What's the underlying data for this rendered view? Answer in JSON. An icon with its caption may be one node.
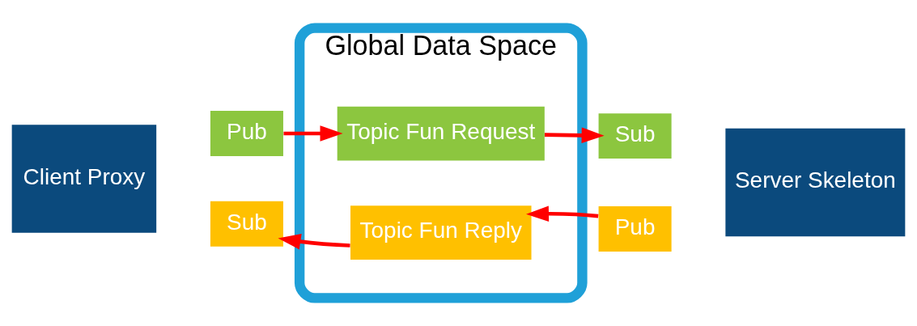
{
  "diagram": {
    "nodes": [
      {
        "text": [
          "Client Proxy"
        ]
      },
      {
        "text": [
          "Pub"
        ]
      },
      {
        "text": [
          "Sub"
        ]
      },
      {
        "text": [
          "Global Data Space"
        ]
      },
      {
        "text": [
          "Topic Fun Request"
        ],
        "in": 3
      },
      {
        "text": [
          "Topic Fun Reply"
        ],
        "in": 3
      },
      {
        "text": [
          "Server Skeleton"
        ]
      },
      {
        "text": [
          "Sub"
        ]
      },
      {
        "text": [
          "Pub"
        ]
      }
    ],
    "edges": [
      {
        "from": 1,
        "to": 4,
        "arrow": "to"
      },
      {
        "from": 4,
        "to": 7,
        "arrow": "to"
      },
      {
        "from": 8,
        "to": 5,
        "arrow": "to"
      },
      {
        "from": 5,
        "to": 2,
        "arrow": "to"
      }
    ]
  }
}
